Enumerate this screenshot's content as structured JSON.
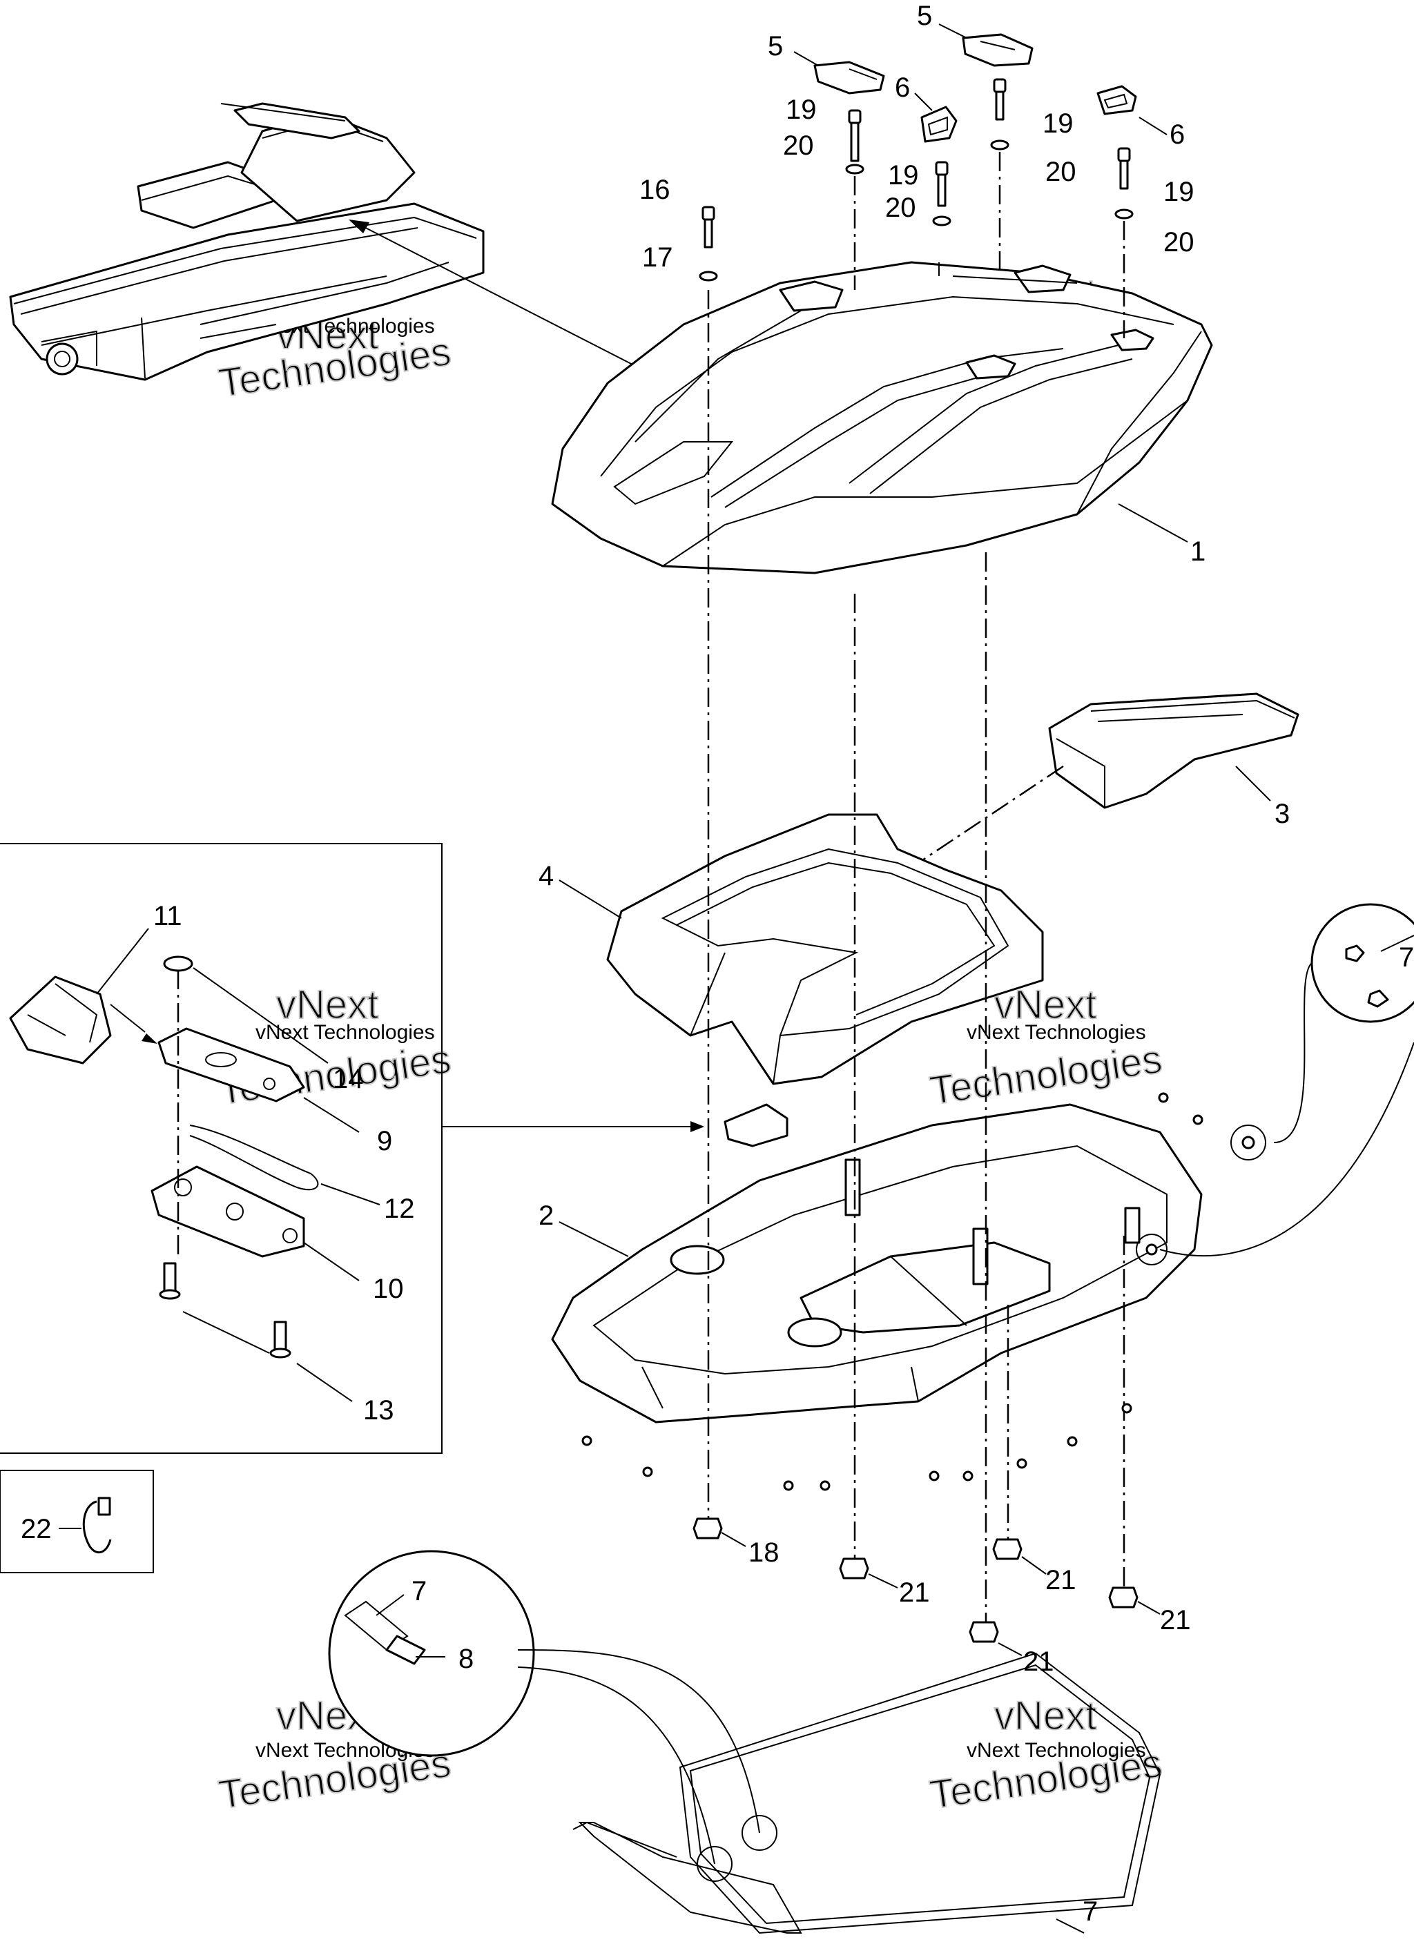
{
  "callouts": {
    "c1": "1",
    "c2": "2",
    "c3": "3",
    "c4": "4",
    "c5a": "5",
    "c5b": "5",
    "c6a": "6",
    "c6b": "6",
    "c7a": "7",
    "c7b": "7",
    "c7c": "7",
    "c8": "8",
    "c9": "9",
    "c10": "10",
    "c11": "11",
    "c12": "12",
    "c13": "13",
    "c14": "14",
    "c16": "16",
    "c17": "17",
    "c18": "18",
    "c19a": "19",
    "c19b": "19",
    "c19c": "19",
    "c19d": "19",
    "c20a": "20",
    "c20b": "20",
    "c20c": "20",
    "c20d": "20",
    "c21a": "21",
    "c21b": "21",
    "c21c": "21",
    "c21d": "21",
    "c22": "22"
  },
  "watermark": {
    "line1": "vNext Technologies",
    "line2": "vNext",
    "line3": "Technologies"
  }
}
